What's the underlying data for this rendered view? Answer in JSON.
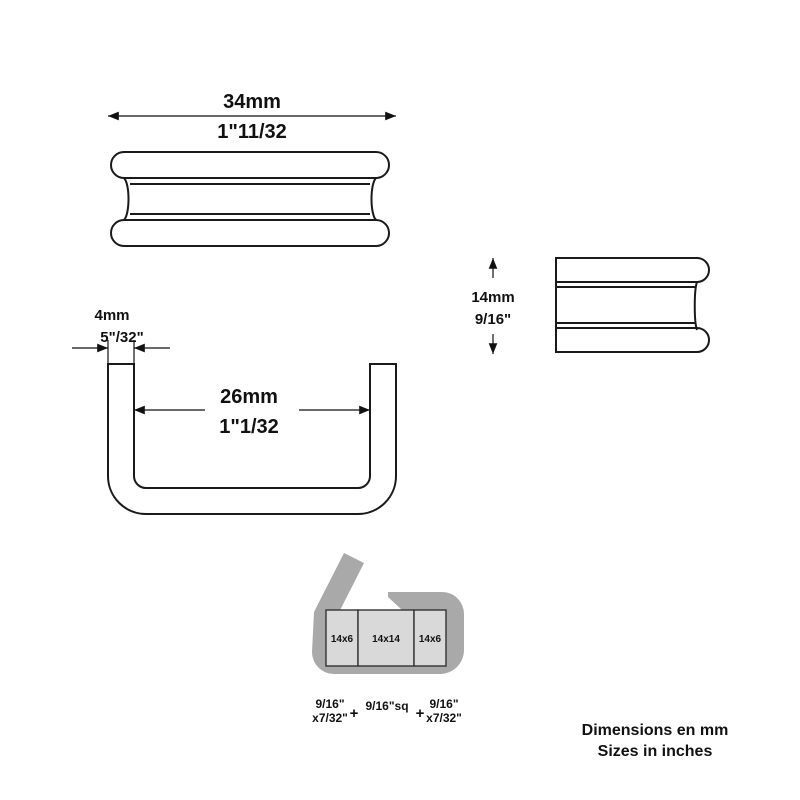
{
  "top_view": {
    "width_mm": "34mm",
    "width_in": "1\"11/32"
  },
  "side_view": {
    "height_mm": "14mm",
    "height_in": "9/16\""
  },
  "u_view": {
    "bar_mm": "4mm",
    "bar_in": "5\"/32\"",
    "inner_mm": "26mm",
    "inner_in": "1\"1/32"
  },
  "section": {
    "left_block": "14x6",
    "center_block": "14x14",
    "right_block": "14x6",
    "left_size_line1": "9/16\"",
    "left_size_line2": "x7/32\"",
    "plus_1": "+",
    "center_size": "9/16\"sq",
    "plus_2": "+",
    "right_size_line1": "9/16\"",
    "right_size_line2": "x7/32\""
  },
  "legend": {
    "line1": "Dimensions en mm",
    "line2": "Sizes in inches"
  },
  "colors": {
    "ink": "#1a1a1a",
    "band_gray": "#a9a9a9",
    "block_fill": "#d9d9d9"
  }
}
